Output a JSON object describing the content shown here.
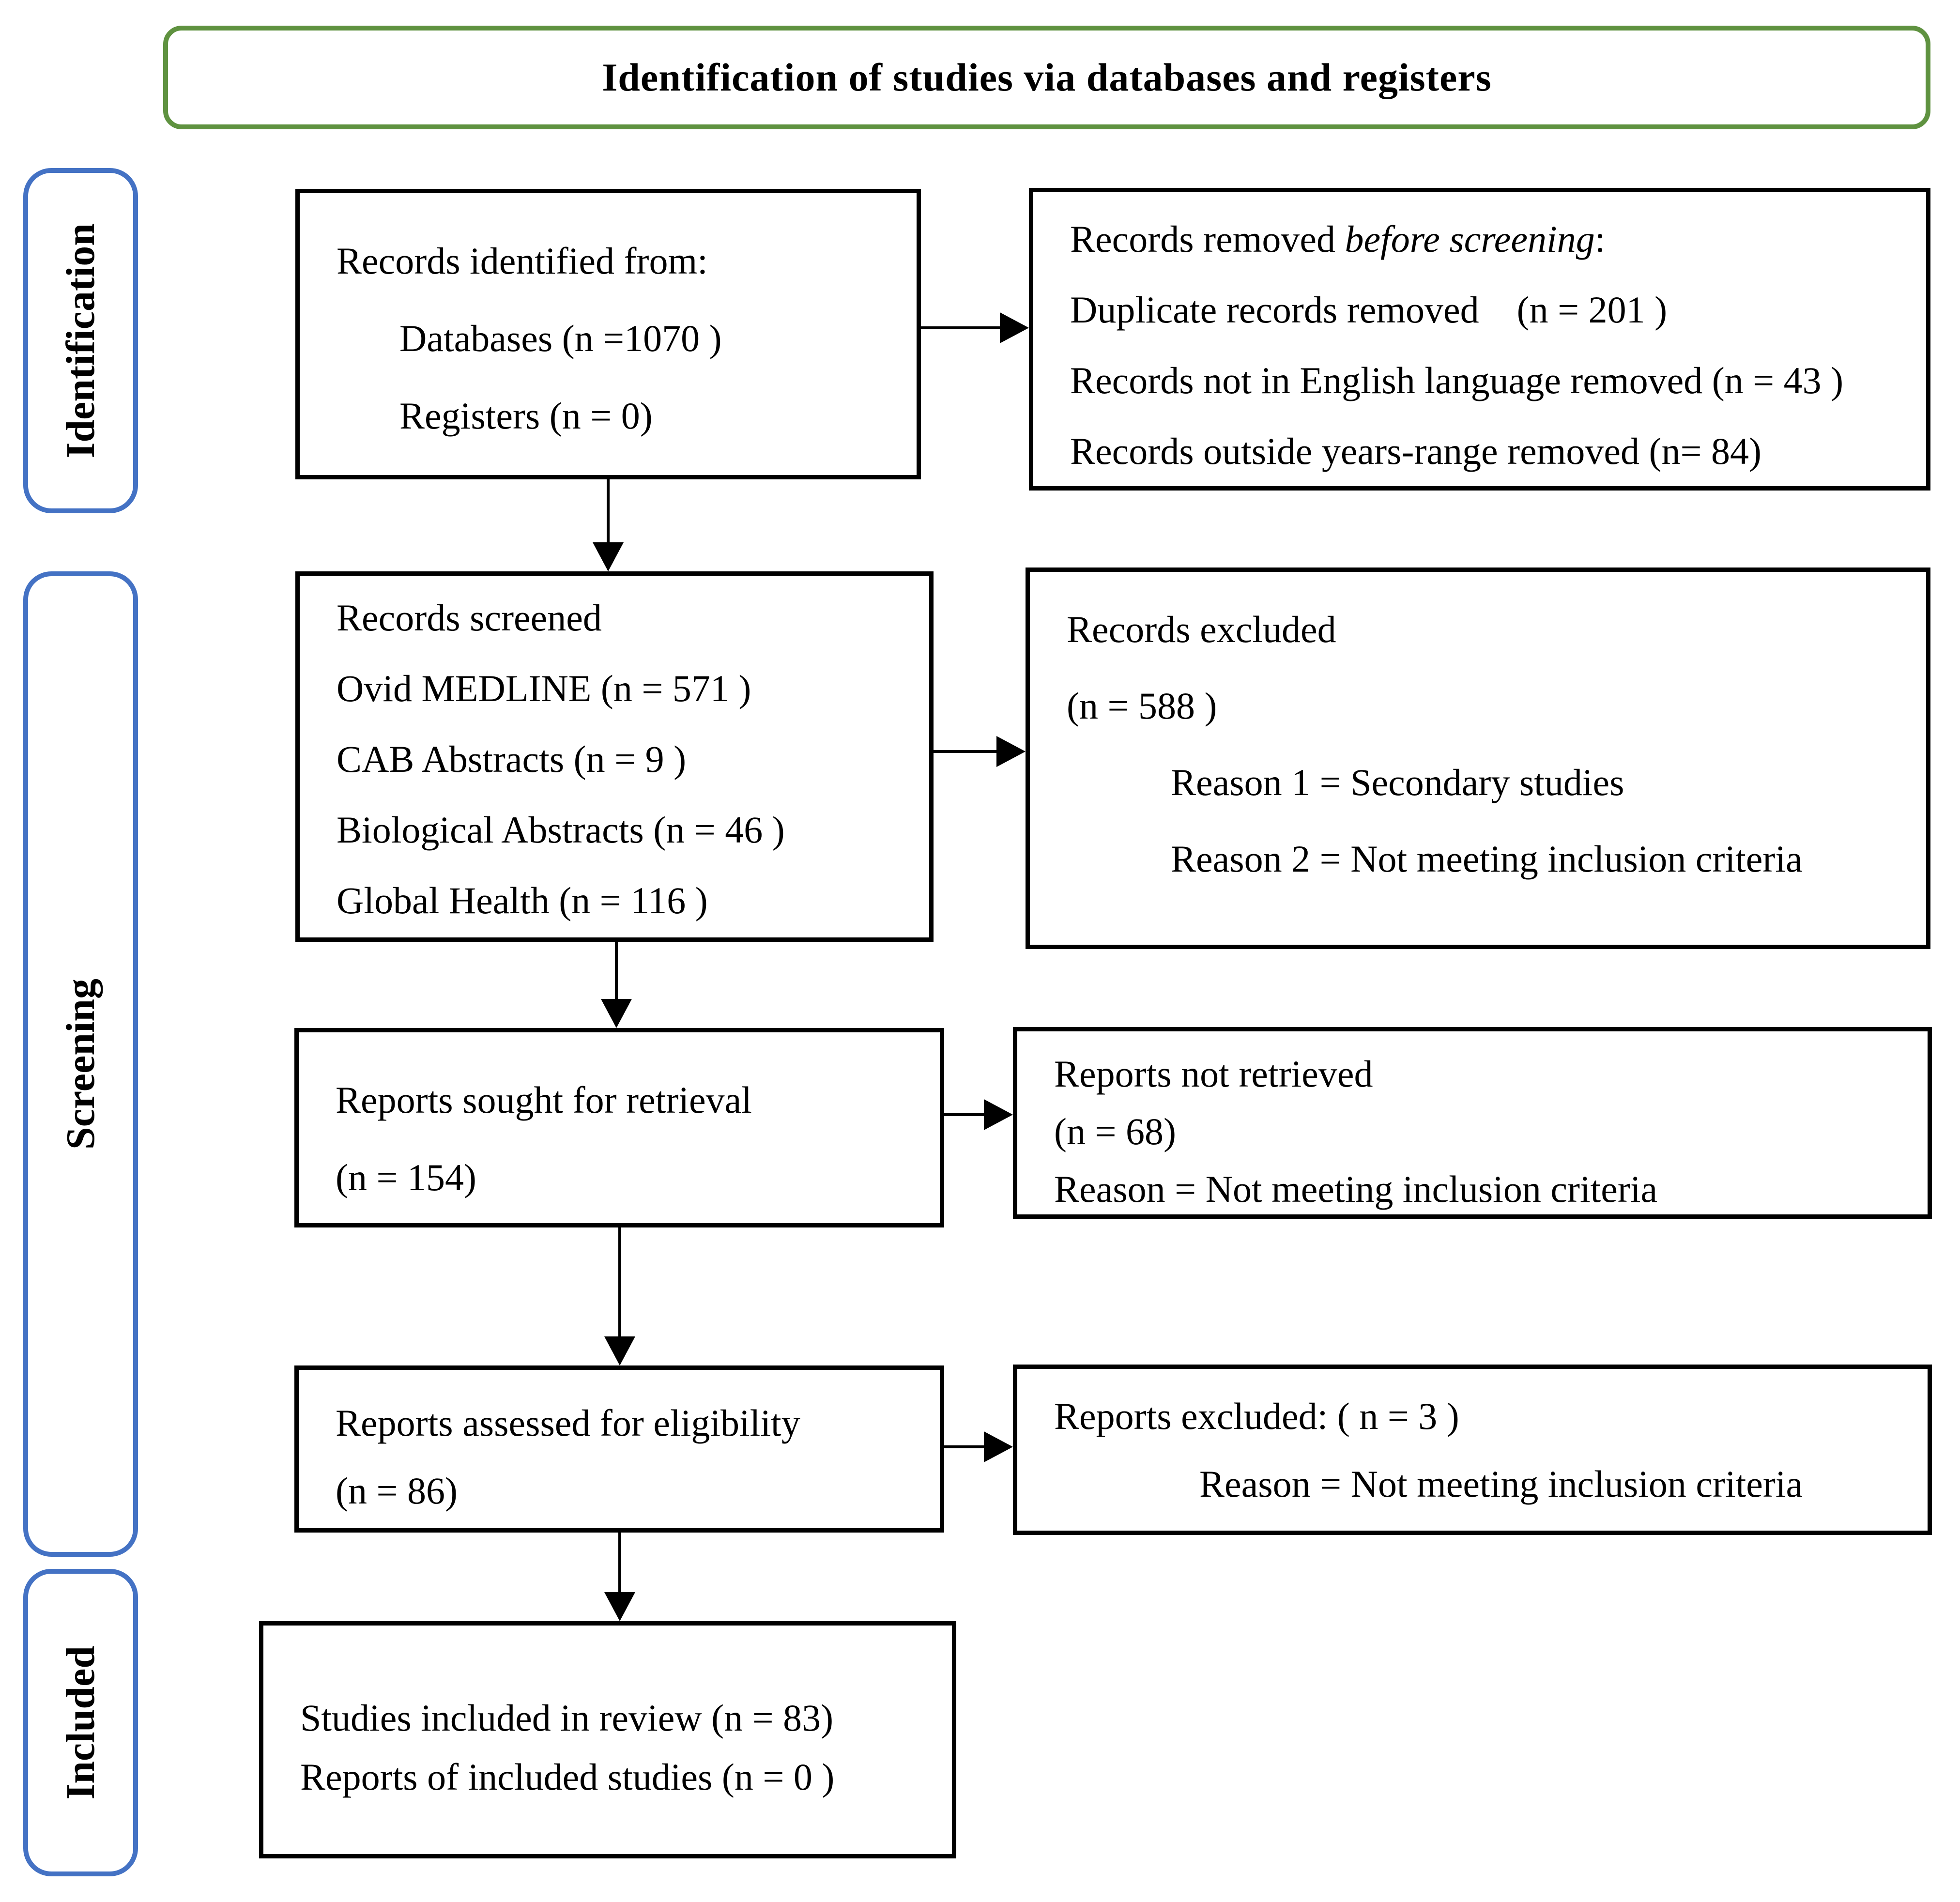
{
  "title": "Identification of studies via databases and registers",
  "stages": {
    "identification": "Identification",
    "screening": "Screening",
    "included": "Included"
  },
  "boxes": {
    "identified": {
      "lines": [
        "Records identified from:",
        "Databases (n =1070 )",
        "Registers (n = 0)"
      ]
    },
    "removed": {
      "line1_prefix": "Records removed ",
      "line1_italic": "before screening",
      "line1_suffix": ":",
      "lines": [
        "Duplicate records removed    (n = 201 )",
        "Records not in English language removed (n = 43 )",
        "Records outside years-range removed (n= 84)"
      ]
    },
    "screened": {
      "lines": [
        "Records screened",
        "Ovid MEDLINE (n = 571 )",
        "CAB Abstracts (n = 9 )",
        "Biological Abstracts (n = 46 )",
        "Global Health (n = 116 )"
      ]
    },
    "excluded": {
      "lines": [
        "Records excluded",
        "(n = 588 )",
        "Reason 1 = Secondary studies",
        "Reason 2 = Not meeting inclusion criteria"
      ]
    },
    "sought": {
      "lines": [
        "Reports sought for retrieval",
        "(n = 154)"
      ]
    },
    "not_retrieved": {
      "lines": [
        "Reports not retrieved",
        "(n = 68)",
        "Reason = Not meeting inclusion criteria"
      ]
    },
    "assessed": {
      "lines": [
        "Reports assessed for eligibility",
        "(n = 86)"
      ]
    },
    "reports_excluded": {
      "lines": [
        "Reports excluded: ( n = 3 )",
        "Reason = Not meeting inclusion criteria"
      ]
    },
    "included_studies": {
      "lines": [
        "Studies included in review (n = 83)",
        "Reports of included studies (n = 0 )"
      ]
    }
  },
  "colors": {
    "title_border": "#5f9240",
    "stage_border": "#4472C4",
    "box_border": "#000000",
    "arrow": "#000000",
    "text": "#000000",
    "background": "#ffffff"
  }
}
